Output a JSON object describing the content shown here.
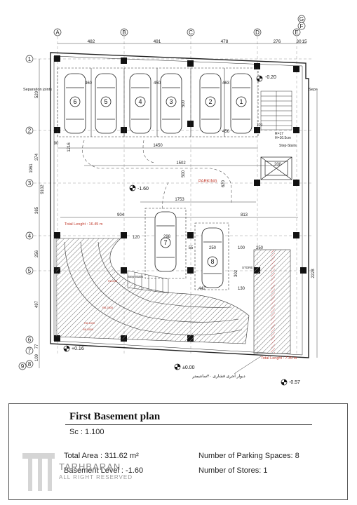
{
  "grid": {
    "cols": [
      "A",
      "B",
      "C",
      "D",
      "E",
      "F",
      "G"
    ],
    "rows": [
      "1",
      "2",
      "3",
      "4",
      "5",
      "6",
      "7",
      "8",
      "9"
    ],
    "top_dims": [
      "482",
      "491",
      "478",
      "276",
      "30",
      "15"
    ],
    "left_dims": [
      "520",
      "374",
      "1961",
      "9102",
      "385",
      "256",
      "497",
      "77",
      "109"
    ],
    "right_dims": [
      "2228"
    ]
  },
  "labels": {
    "separation_left": "Separation joints",
    "separation_right": "Sepa",
    "parking": "PARKING",
    "store": "STORE",
    "steps_stairs": "Step-Stairs",
    "steps_stairs_2": "Step-Stairs",
    "stair_note_1": "R=17",
    "stair_note_2": "H=16.5cm",
    "persian_note": "دیوار آجری فشاری ۲۰سانتیمتر",
    "total_length_1": "Total Lenght : 16.45 m",
    "total_length_2": "Total Lenght : 7.30 m",
    "radius_1": "R8.800",
    "radius_2": "R8.2500",
    "radius_3": "R8.5500",
    "radius_4": "R8.4500",
    "levels": [
      "-0.20",
      "-1.60",
      "+0.16",
      "±0.00",
      "-0.57"
    ]
  },
  "dims": {
    "d460": "460",
    "d450": "450",
    "d463": "463",
    "d500": "500",
    "d456": "456",
    "d1450": "1450",
    "d1502": "1502",
    "d1753": "1753",
    "d904": "904",
    "d813": "813",
    "d1216": "1216",
    "d90": "90",
    "d620": "620",
    "d500b": "500",
    "d120": "120",
    "d298": "298",
    "d55": "55",
    "d250": "250",
    "d100": "100",
    "d130": "130",
    "d442": "442",
    "d302": "302",
    "d200": "200",
    "d150": "150"
  },
  "spaces": [
    "6",
    "5",
    "4",
    "3",
    "2",
    "1",
    "7",
    "8"
  ],
  "title_block": {
    "title": "First Basement plan",
    "scale": "Sc : 1.100",
    "area": "Total Area : 311.62 m²",
    "level": "Basement Level : -1.60",
    "parking": "Number of Parking Spaces: 8",
    "stores": "Number of Stores:  1"
  },
  "watermark": {
    "name": "TARHBARAN",
    "sub": "ALL RIGHT RESERVED"
  }
}
